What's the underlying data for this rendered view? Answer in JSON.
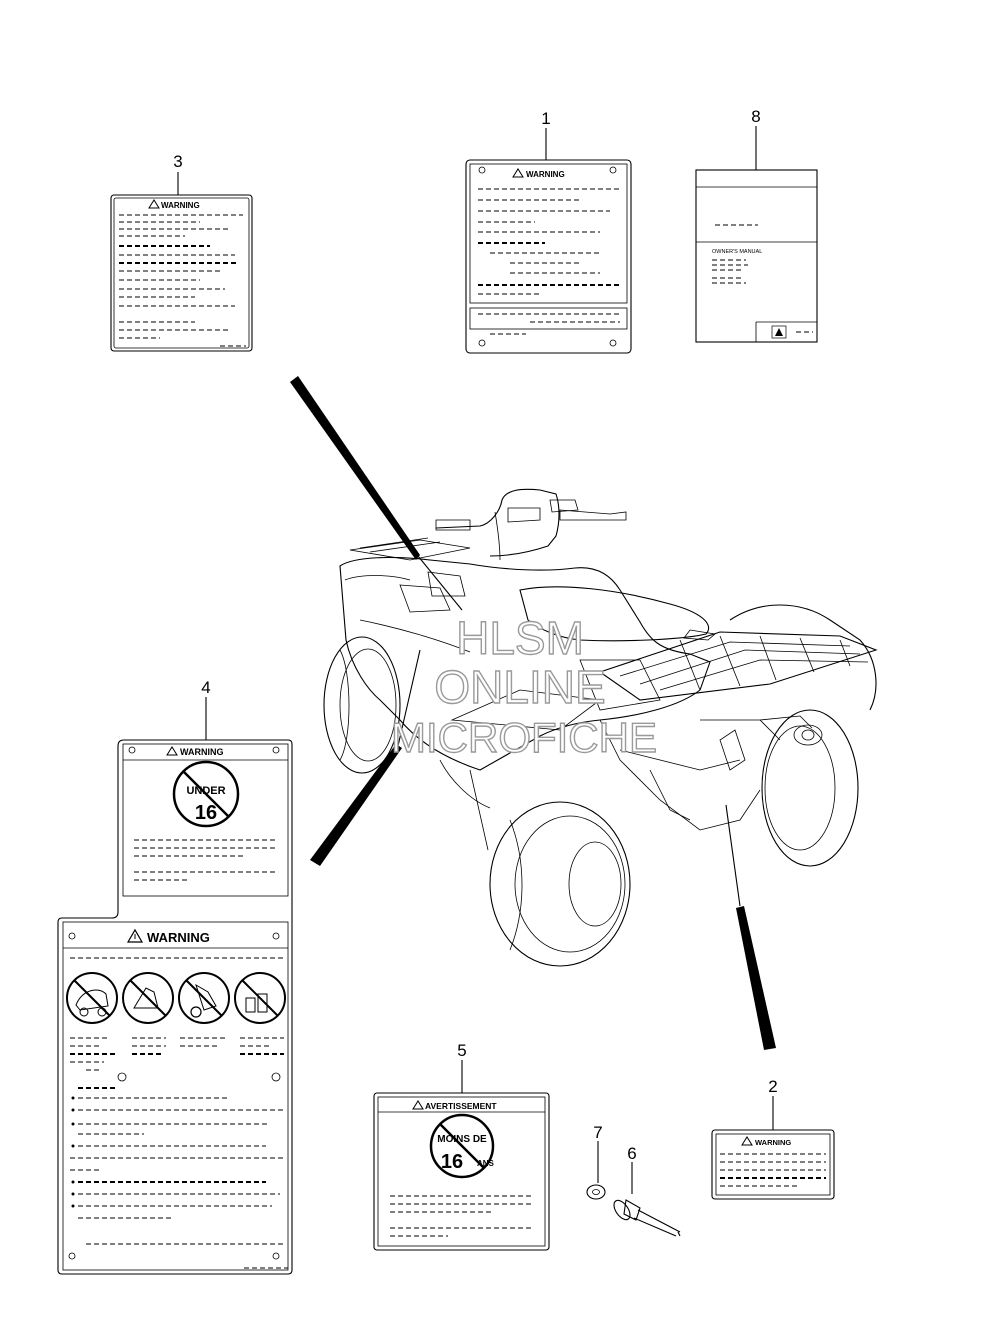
{
  "callouts": [
    "1",
    "2",
    "3",
    "4",
    "5",
    "6",
    "7",
    "8"
  ],
  "labels": {
    "warning": "WARNING",
    "avertissement": "AVERTISSEMENT",
    "under": "UNDER",
    "sixteen": "16",
    "moins_de": "MOINS DE",
    "ans": "ANS",
    "owners_manual": "OWNER'S MANUAL"
  },
  "watermark": {
    "line1": "HLSM",
    "line2": "ONLINE",
    "line3": "MICROFICHE"
  },
  "icons": [
    "warning-triangle-icon",
    "no-passenger-icon",
    "no-drugs-alcohol-icon",
    "no-paved-road-icon",
    "no-under-16-icon"
  ]
}
